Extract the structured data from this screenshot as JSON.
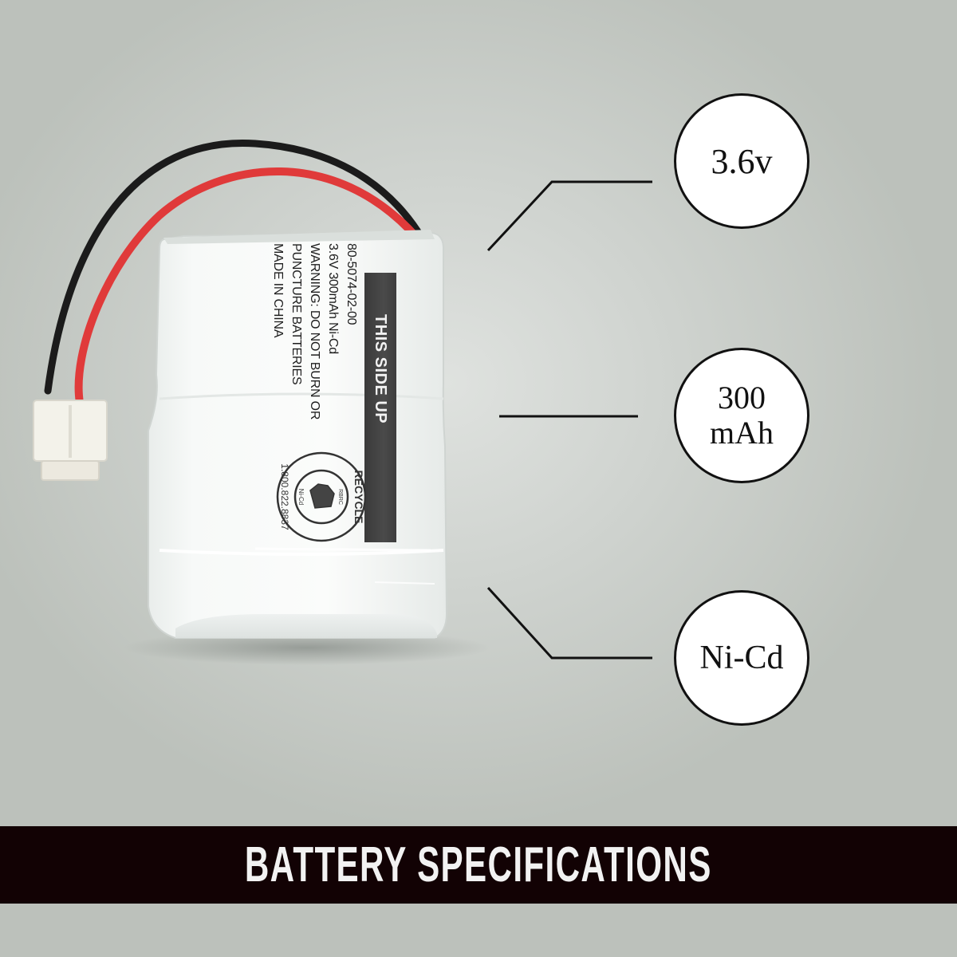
{
  "product": {
    "label_lines": [
      "80-5074-02-00",
      "3.6V 300mAh Ni-Cd",
      "WARNING: DO NOT BURN OR",
      "PUNCTURE BATTERIES",
      "MADE IN CHINA"
    ],
    "side_band_text": "THIS SIDE UP",
    "seal": {
      "outer_text": "RECYCLE",
      "phone": "1.800.822.8837",
      "inner_top": "RBRC",
      "inner_bottom": "Ni-Cd"
    },
    "wire_colors": {
      "positive": "#e03a3a",
      "negative": "#1b1b1b"
    }
  },
  "specs": [
    {
      "label": "3.6v"
    },
    {
      "line1": "300",
      "line2": "mAh"
    },
    {
      "label": "Ni-Cd"
    }
  ],
  "banner": {
    "title": "BATTERY SPECIFICATIONS",
    "bg": "#120204"
  }
}
